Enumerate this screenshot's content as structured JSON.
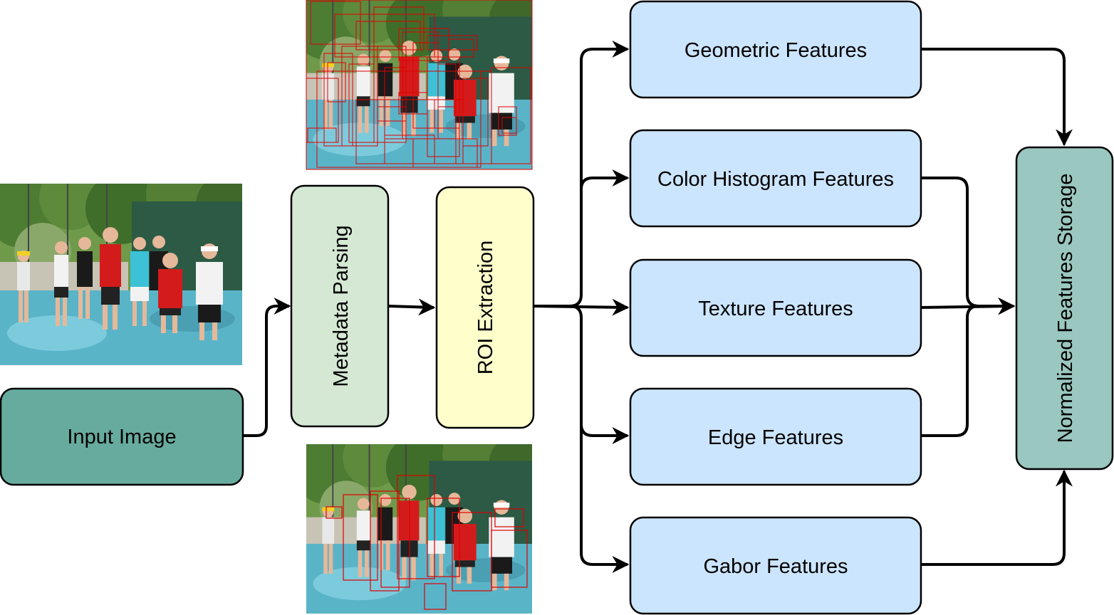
{
  "diagram": {
    "nodes": {
      "input": {
        "label": "Input Image",
        "fill": "#67ab9f"
      },
      "metadata": {
        "label": "Metadata Parsing",
        "fill": "#d5e8d4"
      },
      "roi": {
        "label": "ROI Extraction",
        "fill": "#ffffcc"
      },
      "geometric": {
        "label": "Geometric Features",
        "fill": "#cce5ff"
      },
      "color_hist": {
        "label": "Color Histogram Features",
        "fill": "#cce5ff"
      },
      "texture": {
        "label": "Texture Features",
        "fill": "#cce5ff"
      },
      "edge": {
        "label": "Edge Features",
        "fill": "#cce5ff"
      },
      "gabor": {
        "label": "Gabor Features",
        "fill": "#cce5ff"
      },
      "storage": {
        "label": "Normalized Features Storage",
        "fill": "#9ac7bf"
      }
    },
    "images": {
      "input_photo": {
        "icon": "photo-group-children-tennis-court"
      },
      "roi_dense": {
        "icon": "photo-with-many-red-roi-boxes"
      },
      "roi_filtered": {
        "icon": "photo-with-filtered-red-roi-boxes"
      }
    },
    "colors": {
      "stroke": "#000000",
      "roi_box": "#e00000",
      "court": "#5ab4c8",
      "foliage": "#3f6e2a",
      "fence": "#2c5a45"
    }
  }
}
